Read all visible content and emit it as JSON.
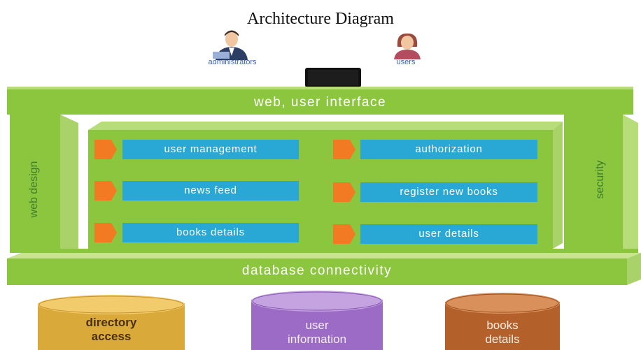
{
  "title": "Architecture Diagram",
  "roles": {
    "administrators": "administrators",
    "users": "users"
  },
  "layers": {
    "web_ui": "web, user interface",
    "web_design": "web design",
    "security": "security",
    "database": "database connectivity"
  },
  "modules": [
    "user management",
    "authorization",
    "news feed",
    "register new books",
    "books details",
    "user details"
  ],
  "databases": [
    {
      "line1": "directory",
      "line2": "access",
      "color": "#d9a93a"
    },
    {
      "line1": "user",
      "line2": "information",
      "color": "#9b6bc6"
    },
    {
      "line1": "books",
      "line2": "details",
      "color": "#b3602a"
    }
  ],
  "colors": {
    "green_frame": "#8cc63f",
    "green_light": "#b7dd7a",
    "module_blue": "#29a8d6",
    "module_orange": "#f27a22"
  }
}
